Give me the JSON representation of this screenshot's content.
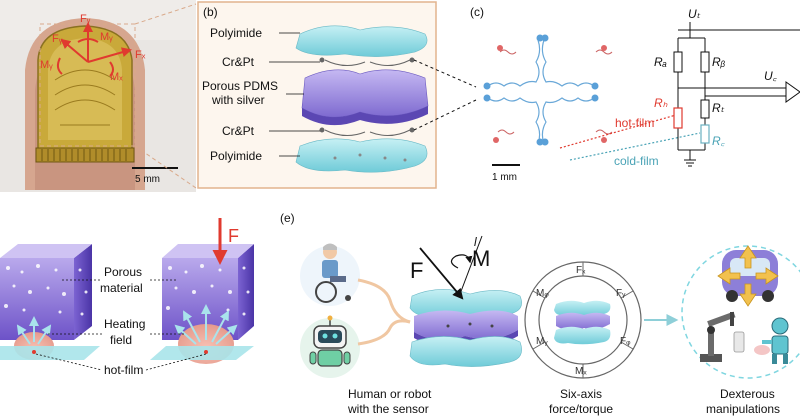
{
  "panel_a": {
    "force_labels": [
      "Fᵧ",
      "Mᵧ",
      "Fₓ",
      "Mₓ",
      "Fᵧ",
      "Mᵧ"
    ],
    "scale_bar": "5 mm"
  },
  "panel_b": {
    "tag": "(b)",
    "layers": [
      "Polyimide",
      "Cr&Pt",
      "Porous PDMS",
      "with silver",
      "Cr&Pt",
      "Polyimide"
    ]
  },
  "panel_c": {
    "tag": "(c)",
    "scale_bar": "1 mm",
    "resistors": [
      "Rₐ",
      "Rᵦ",
      "Rₜ"
    ],
    "hot_label": "Rₕ",
    "cold_label": "R꜀",
    "supply": "Uₜ",
    "output": "U꜀",
    "hot_film": "hot-film",
    "cold_film": "cold-film"
  },
  "panel_d": {
    "force": "F",
    "labels": [
      "Porous",
      "material",
      "Heating",
      "field",
      "hot-film"
    ]
  },
  "panel_e": {
    "tag": "(e)",
    "force": "F",
    "moment": "M",
    "length": "l",
    "ring_labels": [
      "Fₓ",
      "Fᵧ",
      "Fᵩ",
      "Mₓ",
      "Mᵧ",
      "Mᵩ"
    ],
    "captions": [
      "Human or robot",
      "with the sensor",
      "Six-axis",
      "force/torque",
      "Dexterous",
      "manipulations"
    ]
  },
  "colors": {
    "red": "#e03a2f",
    "cyan": "#7fd6e0",
    "purple": "#8d7fd8",
    "blue_dot": "#5aa0d8",
    "gold": "#c9a93a"
  }
}
